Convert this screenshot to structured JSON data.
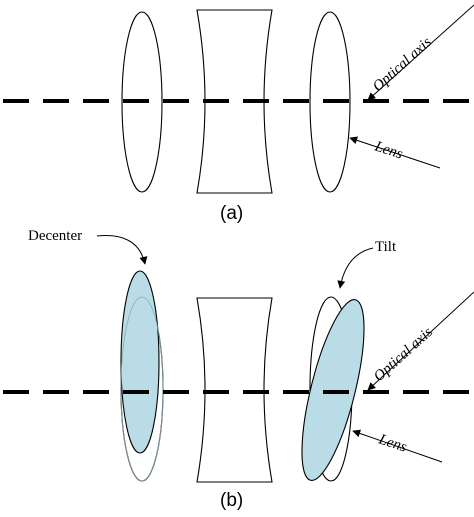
{
  "labels": {
    "panel_a": "(a)",
    "panel_b": "(b)",
    "optical_axis_a": "Optical axis",
    "lens_a": "Lens",
    "optical_axis_b": "Optical axis",
    "lens_b": "Lens",
    "decenter": "Decenter",
    "tilt": "Tilt"
  },
  "colors": {
    "lens_fill": "#b9dce6",
    "line": "#000000",
    "background": "#ffffff"
  }
}
